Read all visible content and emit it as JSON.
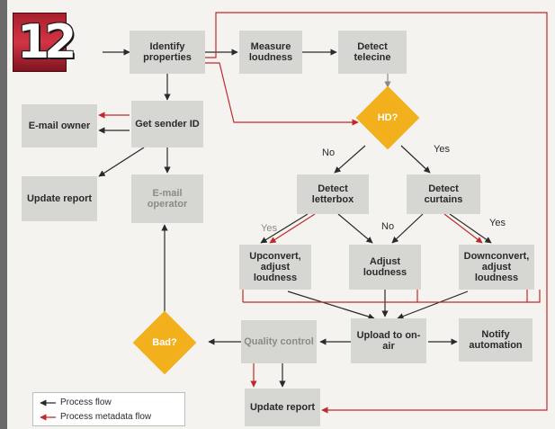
{
  "badge": {
    "number": "12"
  },
  "nodes": {
    "identify": "Identify properties",
    "measure": "Measure loudness",
    "telecine": "Detect telecine",
    "sender": "Get sender ID",
    "email_owner": "E-mail owner",
    "update_report_left": "Update report",
    "email_operator": "E-mail operator",
    "letterbox": "Detect letterbox",
    "curtains": "Detect curtains",
    "upconvert": "Upconvert, adjust loudness",
    "adjust": "Adjust loudness",
    "downconvert": "Downconvert, adjust loudness",
    "quality": "Quality control",
    "upload": "Upload to on-air",
    "notify": "Notify automation",
    "update_report_bottom": "Update report"
  },
  "decisions": {
    "hd": "HD?",
    "bad": "Bad?"
  },
  "edge_labels": {
    "no_hd": "No",
    "yes_hd": "Yes",
    "yes_letterbox": "Yes",
    "no_middle": "No",
    "yes_curtains": "Yes"
  },
  "legend": {
    "process": "Process flow",
    "metadata": "Process metadata flow"
  },
  "colors": {
    "process": "#2a2a2a",
    "metadata": "#c0282c",
    "node": "#d6d6d2",
    "decision": "#f2b01c"
  }
}
